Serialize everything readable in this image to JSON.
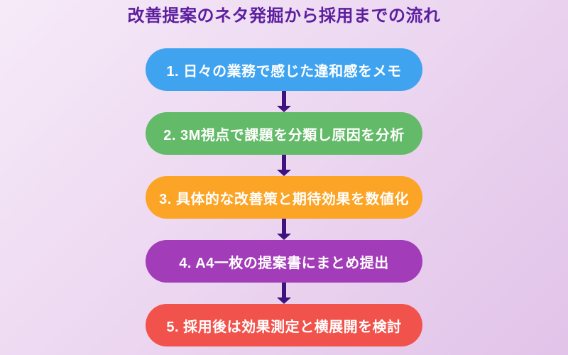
{
  "title": "改善提案のネタ発掘から採用までの流れ",
  "colors": {
    "background_start": "#f6eaf8",
    "background_end": "#e2c3e9",
    "title": "#5c1f9e",
    "arrow": "#3f1280",
    "step_text": "#ffffff"
  },
  "steps": [
    {
      "label": "1. 日々の業務で感じた違和感をメモ",
      "color": "#3fa3ef"
    },
    {
      "label": "2. 3M視点で課題を分類し原因を分析",
      "color": "#63ba68"
    },
    {
      "label": "3. 具体的な改善策と期待効果を数値化",
      "color": "#fca426"
    },
    {
      "label": "4. A4一枚の提案書にまとめ提出",
      "color": "#a23cb8"
    },
    {
      "label": "5. 採用後は効果測定と横展開を検討",
      "color": "#f1534c"
    }
  ]
}
